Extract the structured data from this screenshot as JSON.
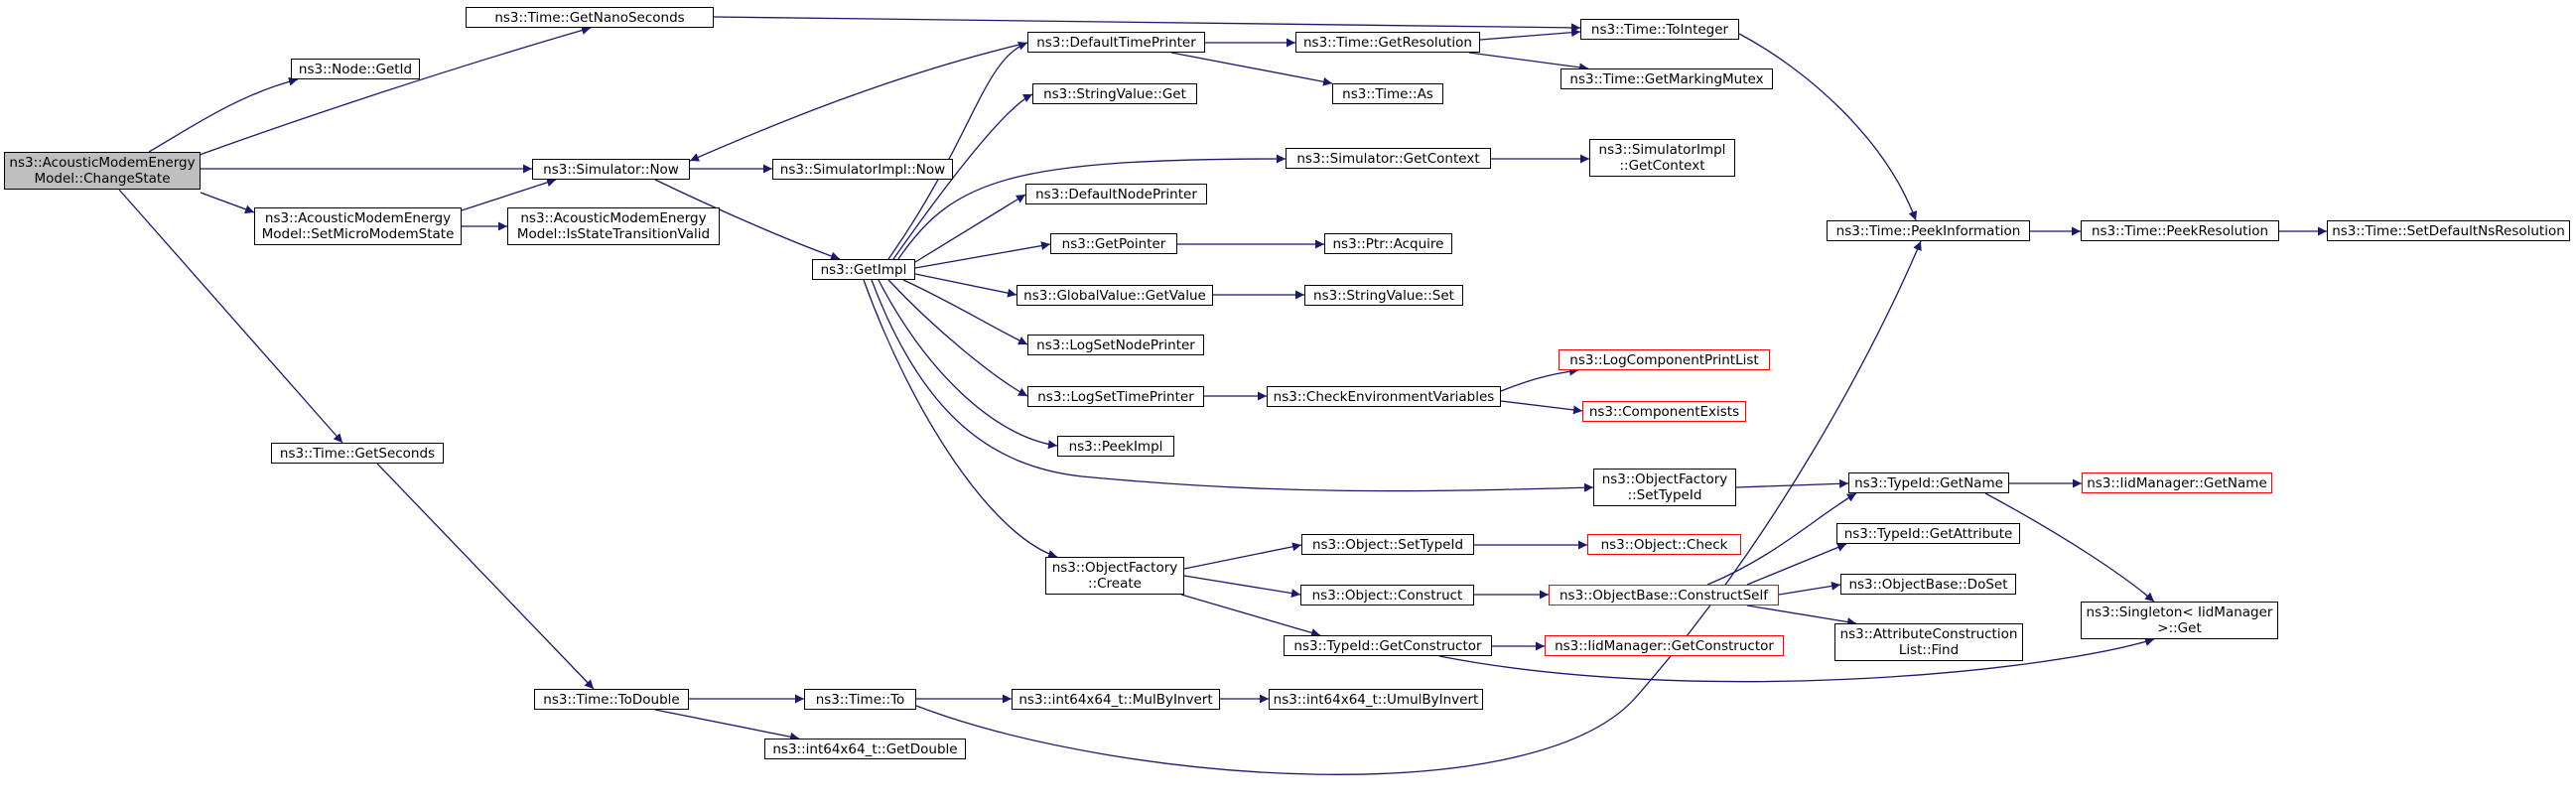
{
  "colors": {
    "edge": "#191970",
    "node_border": "#000000",
    "truncated_border": "#ff0000",
    "focus_fill": "#bfbfbf",
    "node_fill": "#ffffff"
  },
  "nodes": {
    "n_changestate": "ns3::AcousticModemEnergy\nModel::ChangeState",
    "n_nodegetid": "ns3::Node::GetId",
    "n_getnano": "ns3::Time::GetNanoSeconds",
    "n_simnow": "ns3::Simulator::Now",
    "n_setmicro": "ns3::AcousticModemEnergy\nModel::SetMicroModemState",
    "n_isvalid": "ns3::AcousticModemEnergy\nModel::IsStateTransitionValid",
    "n_getseconds": "ns3::Time::GetSeconds",
    "n_todouble": "ns3::Time::ToDouble",
    "n_timeto": "ns3::Time::To",
    "n_getdouble": "ns3::int64x64_t::GetDouble",
    "n_mulbyinvert": "ns3::int64x64_t::MulByInvert",
    "n_umulbyinvert": "ns3::int64x64_t::UmulByInvert",
    "n_simimplnow": "ns3::SimulatorImpl::Now",
    "n_getimpl": "ns3::GetImpl",
    "n_deftimeprinter": "ns3::DefaultTimePrinter",
    "n_strvalget": "ns3::StringValue::Get",
    "n_defnodeprinter": "ns3::DefaultNodePrinter",
    "n_getpointer": "ns3::GetPointer",
    "n_gvgetvalue": "ns3::GlobalValue::GetValue",
    "n_logsetnode": "ns3::LogSetNodePrinter",
    "n_logsettime": "ns3::LogSetTimePrinter",
    "n_peekimpl": "ns3::PeekImpl",
    "n_ofcreate": "ns3::ObjectFactory\n::Create",
    "n_getres": "ns3::Time::GetResolution",
    "n_timeas": "ns3::Time::As",
    "n_simgetctx": "ns3::Simulator::GetContext",
    "n_ptracquire": "ns3::Ptr::Acquire",
    "n_strvalset": "ns3::StringValue::Set",
    "n_checkenv": "ns3::CheckEnvironmentVariables",
    "n_objsettypeid": "ns3::Object::SetTypeId",
    "n_objconstruct": "ns3::Object::Construct",
    "n_typeidgetctor": "ns3::TypeId::GetConstructor",
    "n_tointeger": "ns3::Time::ToInteger",
    "n_getmarking": "ns3::Time::GetMarkingMutex",
    "n_simimplgetctx": "ns3::SimulatorImpl\n::GetContext",
    "n_logcompprint": "ns3::LogComponentPrintList",
    "n_compexists": "ns3::ComponentExists",
    "n_ofsettypeid": "ns3::ObjectFactory\n::SetTypeId",
    "n_objcheck": "ns3::Object::Check",
    "n_objbasector": "ns3::ObjectBase::ConstructSelf",
    "n_iidgetctor": "ns3::IidManager::GetConstructor",
    "n_peekinfo": "ns3::Time::PeekInformation",
    "n_typeidgetname": "ns3::TypeId::GetName",
    "n_typeidgetattr": "ns3::TypeId::GetAttribute",
    "n_objbasedoset": "ns3::ObjectBase::DoSet",
    "n_attrconstr": "ns3::AttributeConstruction\nList::Find",
    "n_peekres": "ns3::Time::PeekResolution",
    "n_setdefaultres": "ns3::Time::SetDefaultNsResolution",
    "n_iidgetname": "ns3::IidManager::GetName",
    "n_singleton": "ns3::Singleton< IidManager\n>::Get"
  }
}
